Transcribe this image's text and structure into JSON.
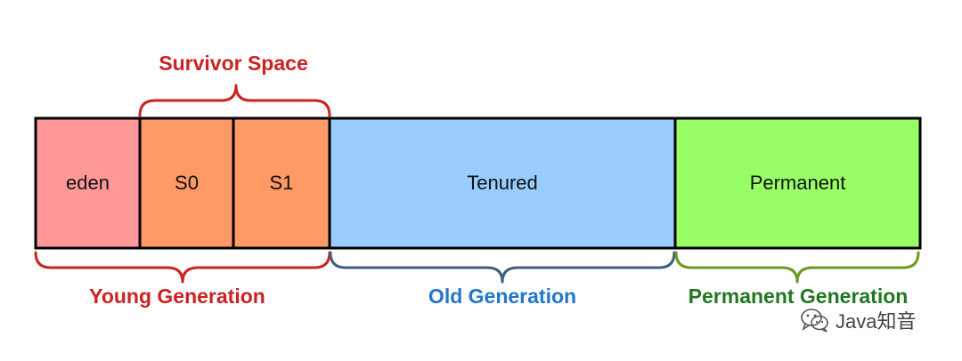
{
  "diagram": {
    "survivor_label": "Survivor Space",
    "blocks": {
      "eden": "eden",
      "s0": "S0",
      "s1": "S1",
      "tenured": "Tenured",
      "permanent": "Permanent"
    },
    "groups": {
      "young": "Young Generation",
      "old": "Old Generation",
      "permanent": "Permanent Generation"
    }
  },
  "colors": {
    "eden": "#FF9999",
    "survivor": "#FF9966",
    "tenured": "#99CCFF",
    "permanent": "#99FF66",
    "young_label": "#CC2222",
    "old_label": "#2277CC",
    "permanent_label": "#227722"
  },
  "watermark": {
    "text": "Java知音",
    "icon": "wechat-icon"
  }
}
